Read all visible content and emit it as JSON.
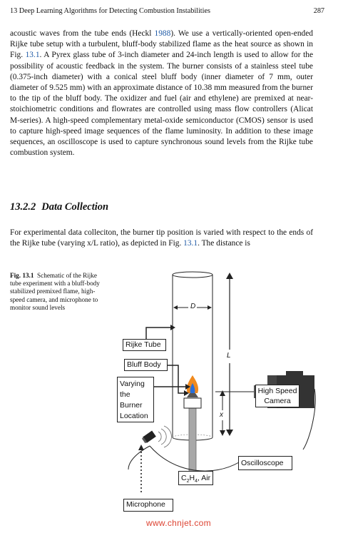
{
  "header": {
    "chapter_line": "13   Deep Learning Algorithms for Detecting Combustion Instabilities",
    "page_number": "287"
  },
  "para1": {
    "t1": "acoustic waves from the tube ends (Heckl ",
    "ref1": "1988",
    "t2": "). We use a vertically-oriented open-ended Rijke tube setup with a turbulent, bluff-body stabilized flame as the heat source as shown in Fig. ",
    "ref2": "13.1",
    "t3": ". A Pyrex glass tube of 3-inch diameter and 24-inch length is used to allow for the possibility of acoustic feedback in the system. The burner consists of a stainless steel tube (0.375-inch diameter) with a conical steel bluff body (inner diameter of 7 mm, outer diameter of 9.525 mm) with an approximate distance of 10.38 mm measured from the burner to the tip of the bluff body. The oxidizer and fuel (air and ethylene) are premixed at near-stoichiometric conditions and flowrates are controlled using mass flow controllers (Alicat M-series). A high-speed complementary metal-oxide semiconductor (CMOS) sensor is used to capture high-speed image sequences of the flame luminosity. In addition to these image sequences, an oscilloscope is used to capture synchronous sound levels from the Rijke tube combustion system."
  },
  "section": {
    "number": "13.2.2",
    "title": "Data Collection"
  },
  "para2": {
    "t1": "For experimental data colleciton, the burner tip position is varied with respect to the ends of the Rijke tube (varying x/L ratio), as depicted in Fig. ",
    "ref1": "13.1",
    "t2": ". The distance is"
  },
  "figure": {
    "label": "Fig. 13.1",
    "caption": "Schematic of the Rijke tube experiment with a bluff-body stabilized premixed flame, high-speed camera, and microphone to monitor sound levels",
    "labels": {
      "rijke_tube": "Rijke Tube",
      "bluff_body": "Bluff Body",
      "varying_burner": "Varying the Burner Location",
      "high_speed_camera": "High Speed Camera",
      "oscilloscope": "Oscilloscope",
      "fuel": "C2H4, Air",
      "fuel_main1": "C",
      "fuel_sub1": "2",
      "fuel_main2": "H",
      "fuel_sub2": "4",
      "fuel_rest": ", Air",
      "microphone": "Microphone",
      "dim_D": "D",
      "dim_L": "L",
      "dim_x": "x"
    }
  },
  "watermark": "www.chnjet.com"
}
